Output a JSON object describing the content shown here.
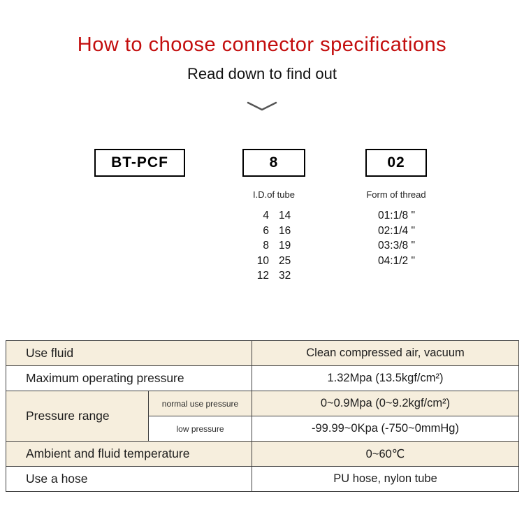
{
  "header": {
    "title": "How to choose connector specifications",
    "subtitle": "Read down to find out"
  },
  "model_code": {
    "prefix": "BT-PCF",
    "tube_code": "8",
    "thread_code": "02"
  },
  "tube": {
    "label": "I.D.of tube",
    "col1": [
      "4",
      "6",
      "8",
      "10",
      "12"
    ],
    "col2": [
      "14",
      "16",
      "19",
      "25",
      "32"
    ]
  },
  "thread": {
    "label": "Form of thread",
    "options": [
      "01:1/8 \"",
      "02:1/4 \"",
      "03:3/8 \"",
      "04:1/2 \""
    ]
  },
  "spec_table": {
    "use_fluid": {
      "label": "Use fluid",
      "value": "Clean compressed air, vacuum"
    },
    "max_pressure": {
      "label": "Maximum operating pressure",
      "value": "1.32Mpa (13.5kgf/cm²)"
    },
    "pressure_range": {
      "label": "Pressure range",
      "normal": {
        "label": "normal use pressure",
        "value": "0~0.9Mpa (0~9.2kgf/cm²)"
      },
      "low": {
        "label": "low pressure",
        "value": "-99.99~0Kpa (-750~0mmHg)"
      }
    },
    "temperature": {
      "label": "Ambient and fluid temperature",
      "value": "0~60℃"
    },
    "hose": {
      "label": "Use a hose",
      "value": "PU hose, nylon tube"
    }
  },
  "colors": {
    "title_red": "#c30d0d",
    "table_beige": "#f6eedd"
  }
}
